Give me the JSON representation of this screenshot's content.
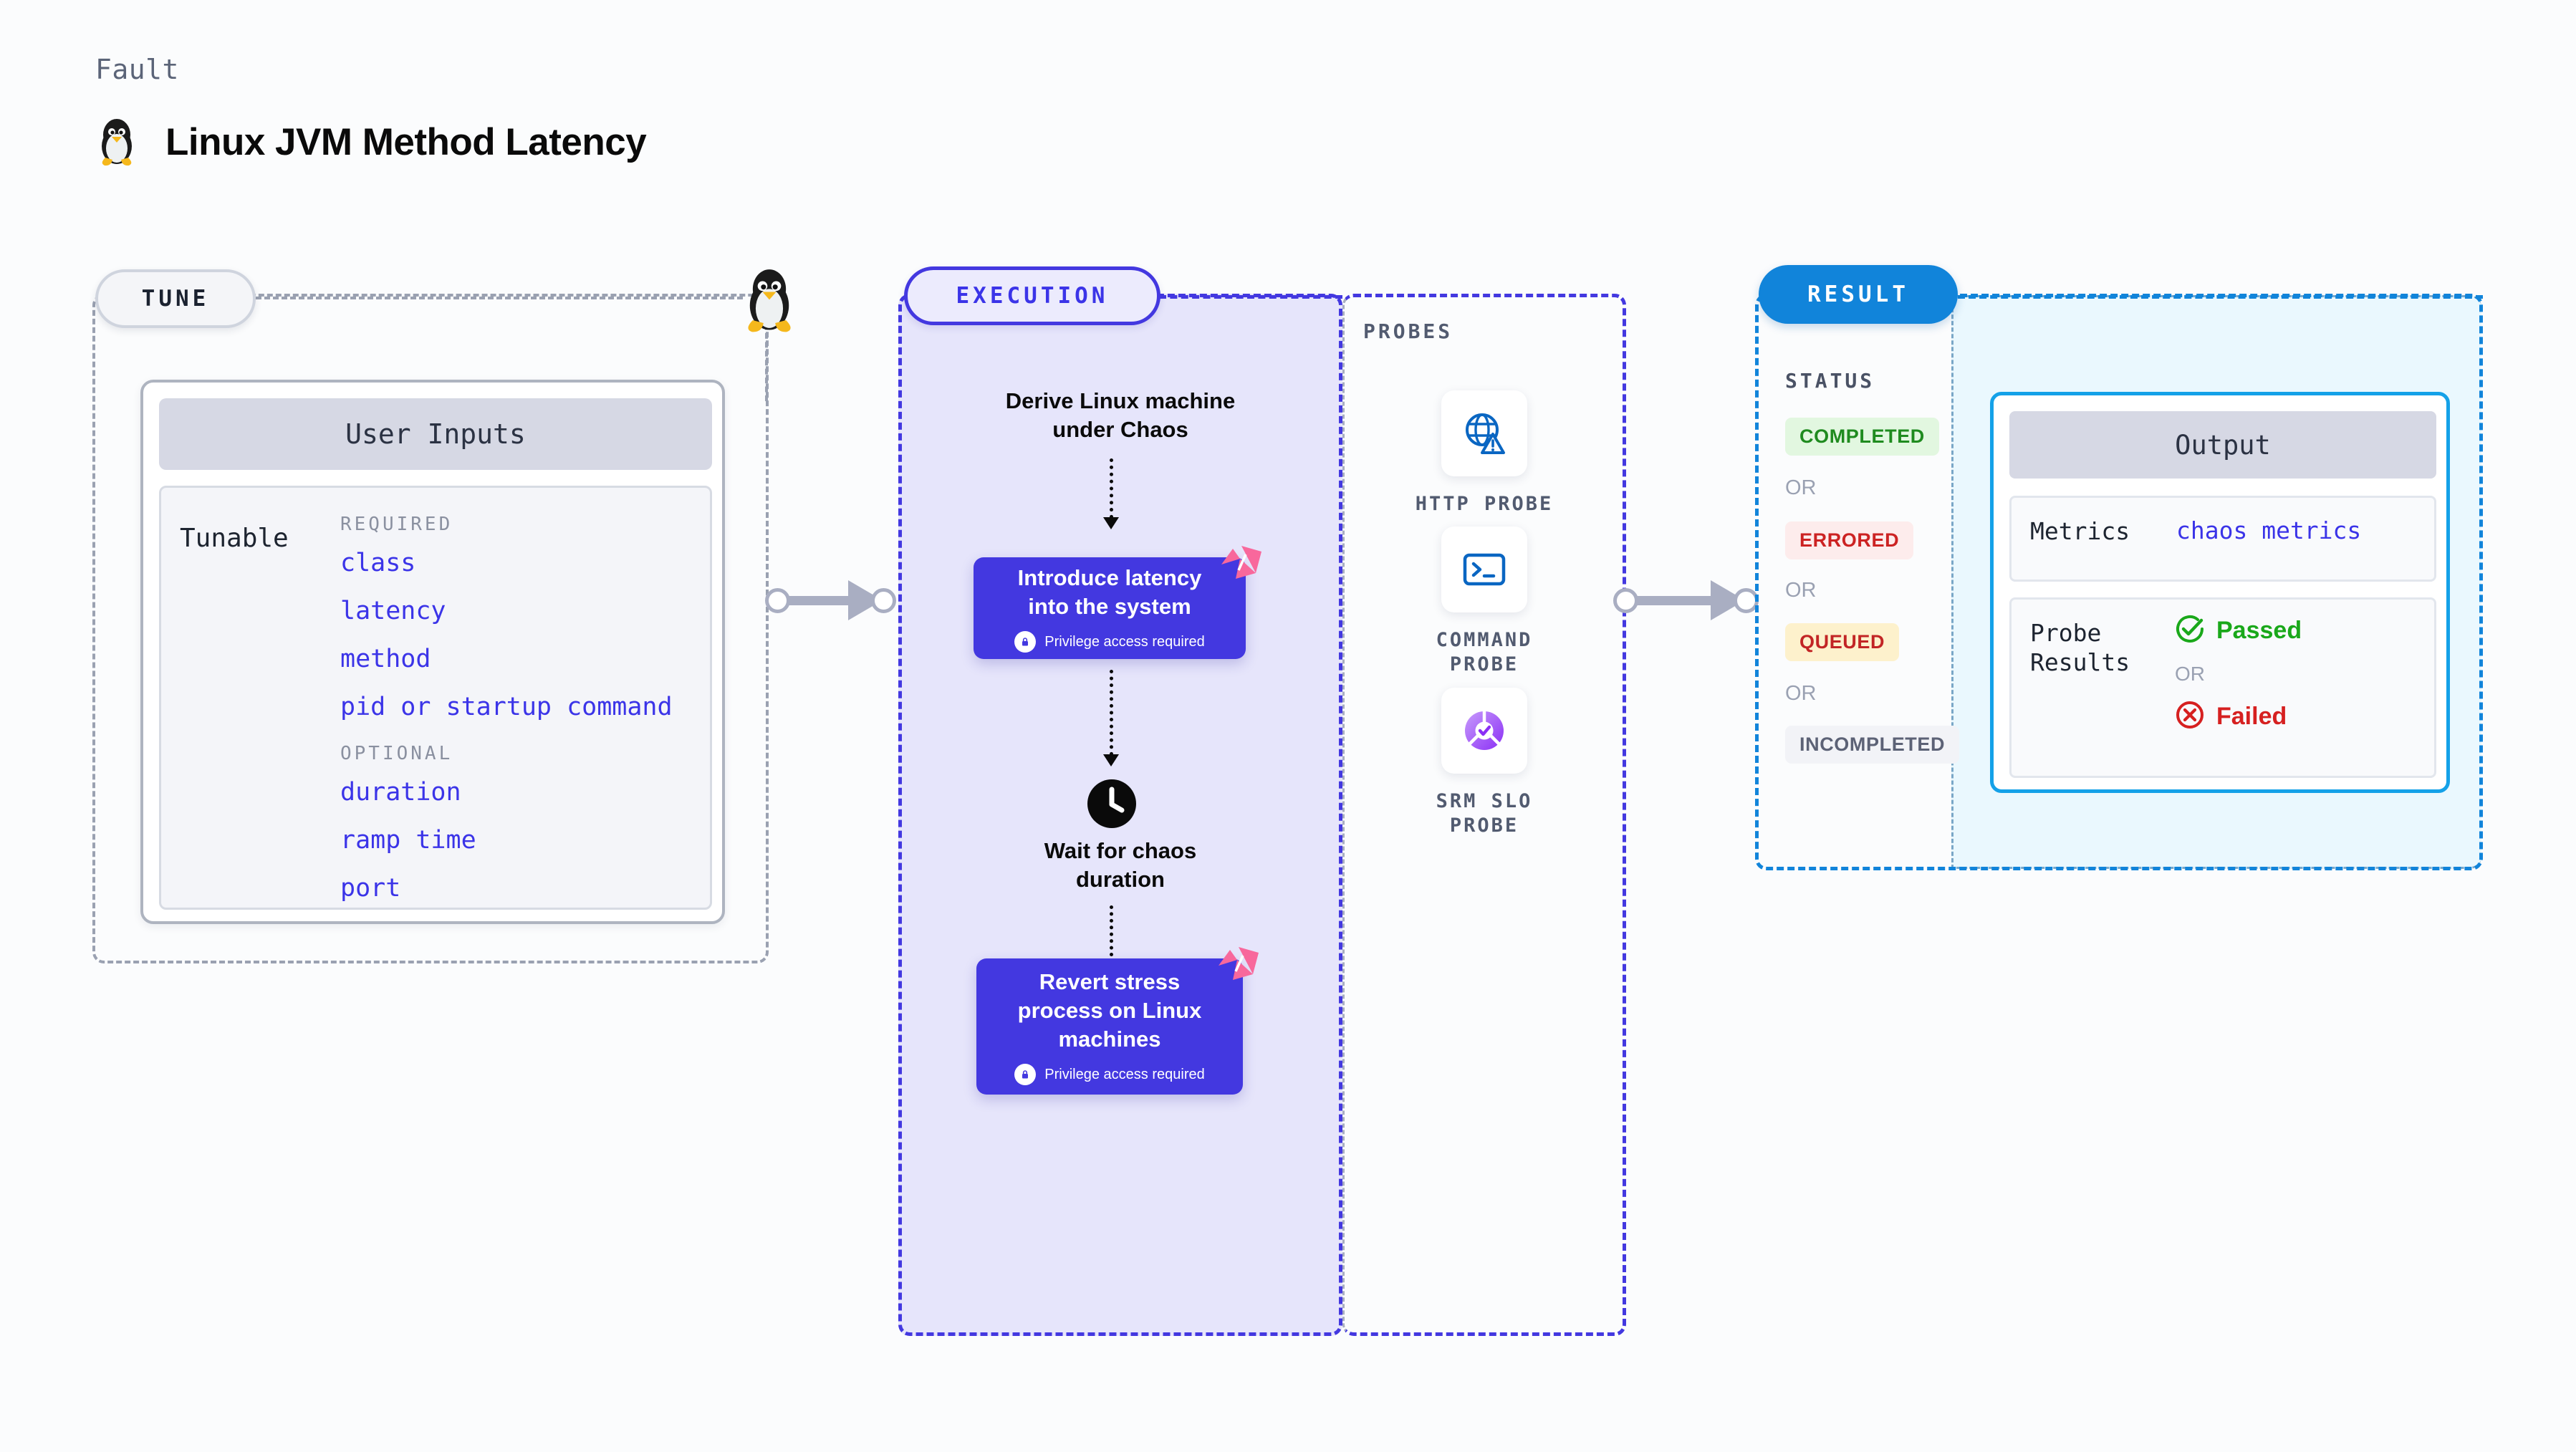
{
  "header": {
    "kicker": "Fault",
    "title": "Linux JVM Method Latency",
    "icon": "tux-penguin-icon"
  },
  "tune": {
    "chip_label": "TUNE",
    "node_icon": "tux-penguin-icon",
    "card": {
      "header": "User Inputs",
      "row_label": "Tunable",
      "groups": [
        {
          "label": "REQUIRED",
          "items": [
            "class",
            "latency",
            "method",
            "pid or startup command"
          ]
        },
        {
          "label": "OPTIONAL",
          "items": [
            "duration",
            "ramp time",
            "port"
          ]
        }
      ]
    }
  },
  "execution": {
    "chip_label": "EXECUTION",
    "steps": [
      {
        "type": "text",
        "label": "Derive Linux machine\nunder Chaos"
      },
      {
        "type": "action",
        "label": "Introduce latency\ninto the system",
        "note": "Privilege access required",
        "badge": "chaos-badge-icon",
        "lock": "lock-icon"
      },
      {
        "type": "wait",
        "icon": "clock-icon",
        "label": "Wait for chaos\nduration"
      },
      {
        "type": "action",
        "label": "Revert stress\nprocess on Linux\nmachines",
        "note": "Privilege access required",
        "badge": "chaos-badge-icon",
        "lock": "lock-icon"
      }
    ]
  },
  "probes": {
    "label": "PROBES",
    "items": [
      {
        "name": "HTTP  PROBE",
        "icon": "globe-warning-icon"
      },
      {
        "name": "COMMAND\nPROBE",
        "icon": "terminal-icon"
      },
      {
        "name": "SRM  SLO\nPROBE",
        "icon": "srm-slo-icon"
      }
    ]
  },
  "result": {
    "chip_label": "RESULT",
    "status_label": "STATUS",
    "or_label": "OR",
    "statuses": [
      {
        "label": "COMPLETED",
        "color": "#1f8b1f",
        "bg": "#e2f7e0"
      },
      {
        "label": "ERRORED",
        "color": "#cc2222",
        "bg": "#fdecec"
      },
      {
        "label": "QUEUED",
        "color": "#c22525",
        "bg": "#fdf1cc"
      },
      {
        "label": "INCOMPLETED",
        "color": "#5c6276",
        "bg": "#f2f3f7"
      }
    ],
    "output": {
      "header": "Output",
      "metrics_key": "Metrics",
      "metrics_value": "chaos metrics",
      "probe_key": "Probe\nResults",
      "passed_label": "Passed",
      "failed_label": "Failed",
      "or_label": "OR",
      "passed_color": "#1aa81a",
      "failed_color": "#d62020",
      "passed_icon": "check-circle-icon",
      "failed_icon": "x-circle-icon"
    }
  },
  "connectors": [
    {
      "name": "tune-to-execution-arrow"
    },
    {
      "name": "probes-to-result-arrow"
    }
  ],
  "colors": {
    "execution_purple": "#4338e0",
    "execution_fill": "#e6e5fb",
    "result_blue": "#1184da",
    "result_fill": "#eaf8fe",
    "tune_gray": "#9aa1b1",
    "chaos_pink": "#f8689c"
  }
}
